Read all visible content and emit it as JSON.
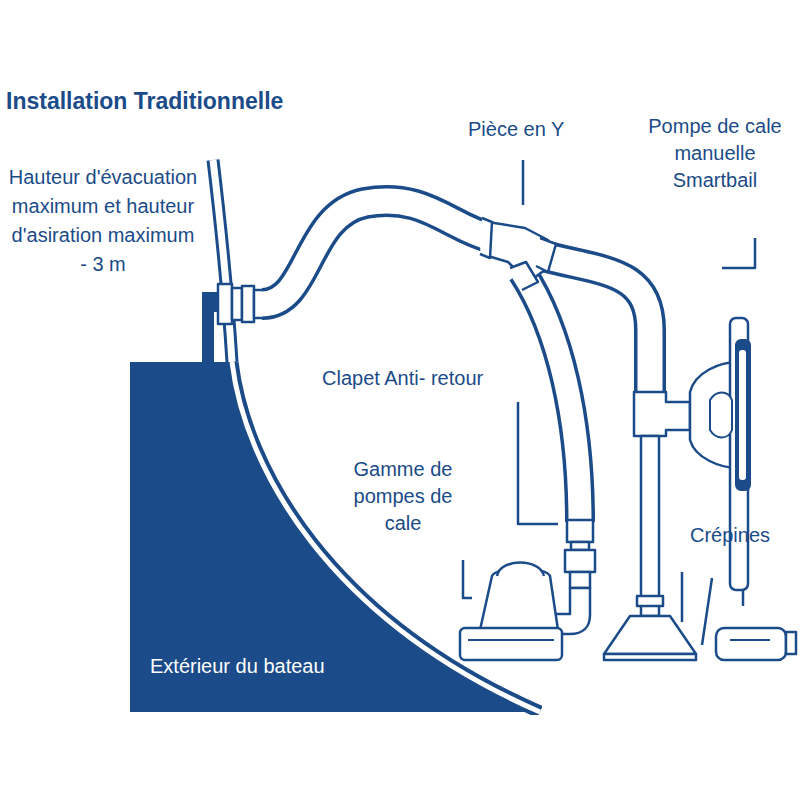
{
  "diagram": {
    "title": "Installation Traditionnelle",
    "nodes": [
      {
        "text": [
          "Extérieur du bateau"
        ]
      }
    ],
    "labels": [
      "Hauteur d'évacuation maximum et hauteur d'asiration maximum - 3 m",
      "Pièce en Y",
      "Pompe de cale manuelle Smartbail",
      "Clapet Anti- retour",
      "Gamme de pompes de cale",
      "Crépines"
    ]
  }
}
